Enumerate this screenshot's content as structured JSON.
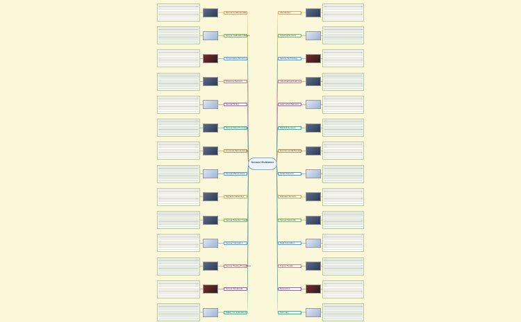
{
  "center": {
    "title": "Sensor Guidance"
  },
  "branches_left": [
    {
      "label": "Sensor Fundamentals"
    },
    {
      "label": "Sensor Calibration Basics"
    },
    {
      "label": "Temperature Sensors"
    },
    {
      "label": "Pressure Sensors"
    },
    {
      "label": "Sensor Wiring"
    },
    {
      "label": "Sensor Data Processing"
    },
    {
      "label": "Common Sensor Issues"
    },
    {
      "label": "Sensor Maintenance"
    },
    {
      "label": "Signal Conditioning"
    },
    {
      "label": "Sensor Selection Guide"
    },
    {
      "label": "Sensor Integration"
    },
    {
      "label": "Sensor Testing Procedures"
    },
    {
      "label": "Sensor Standards"
    },
    {
      "label": "Safety Considerations"
    }
  ],
  "branches_right": [
    {
      "label": "Introduction"
    },
    {
      "label": "Types of Sensors"
    },
    {
      "label": "Sensor Technology"
    },
    {
      "label": "Industrial Applications"
    },
    {
      "label": "Automotive Sensors"
    },
    {
      "label": "Medical Sensors"
    },
    {
      "label": "Environmental Sensing"
    },
    {
      "label": "Smart Sensors"
    },
    {
      "label": "Wireless Sensors"
    },
    {
      "label": "Sensor Networks"
    },
    {
      "label": "Data Acquisition"
    },
    {
      "label": "Future Trends"
    },
    {
      "label": "Resources"
    },
    {
      "label": "Summary"
    }
  ],
  "colors": {
    "background": "#fbf7d9",
    "center_fill": "#eef4fb",
    "center_border": "#7ea6d4",
    "branch_palette": [
      "#e6a23c",
      "#67c23a",
      "#409eff",
      "#f56c6c",
      "#9b59b6",
      "#1abc9c",
      "#e67e22",
      "#3498db"
    ]
  }
}
